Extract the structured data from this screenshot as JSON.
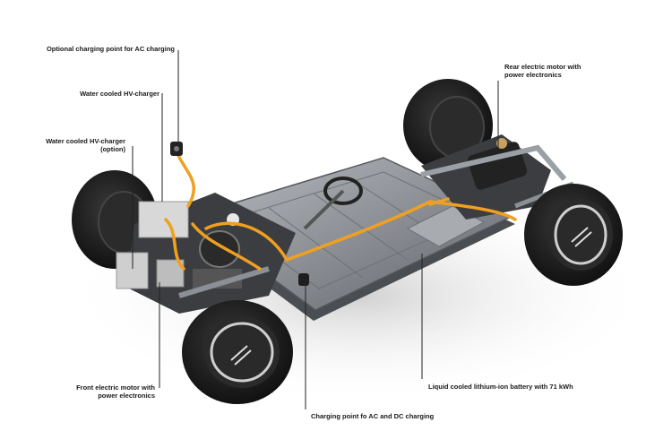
{
  "annotations": {
    "ac_charging_point": "Optional charging point for AC charging",
    "hv_charger": "Water cooled HV-charger",
    "hv_charger_option": "Water cooled HV-charger\n(option)",
    "rear_motor": "Rear electric motor with\npower electronics",
    "front_motor": "Front electric motor with\npower electronics",
    "battery": "Liquid cooled lithium-ion battery with 71 kWh",
    "ac_dc_charging_point": "Charging point fo AC and DC charging"
  },
  "colors": {
    "background": "#ffffff",
    "battery_tray": "#8d9196",
    "hv_cable": "#f0a020",
    "tire": "#1c1c1c",
    "rim": "#2a2a2a",
    "leader_line": "#222222"
  }
}
